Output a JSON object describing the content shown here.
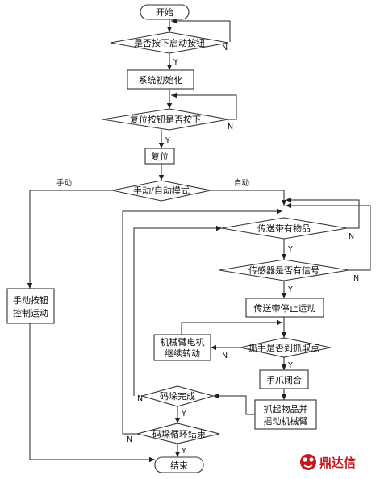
{
  "nodes": {
    "start": "开始",
    "check_start": "是否按下启动按钮",
    "init": "系统初始化",
    "check_reset": "复位按钮是否按下",
    "reset": "复位",
    "mode": "手动/自动模式",
    "manual_op_1": "手动按钮",
    "manual_op_2": "控制运动",
    "has_item": "传送带有物品",
    "sensor": "传感器是否有信号",
    "stop_belt": "传送带停止运动",
    "grab_point": "抓手是否到抓取点",
    "motor_1": "机械臂电机",
    "motor_2": "继续转动",
    "gripper_close": "手爪闭合",
    "lift_1": "抓起物品并",
    "lift_2": "摇动机械臂",
    "stack_done": "码垛完成",
    "stack_loop_end": "码垛循环结束",
    "end": "结束"
  },
  "labels": {
    "yes": "Y",
    "no": "N",
    "manual": "手动",
    "auto": "自动"
  },
  "watermark": {
    "text": "鼎达信",
    "color": "#c8161e"
  }
}
